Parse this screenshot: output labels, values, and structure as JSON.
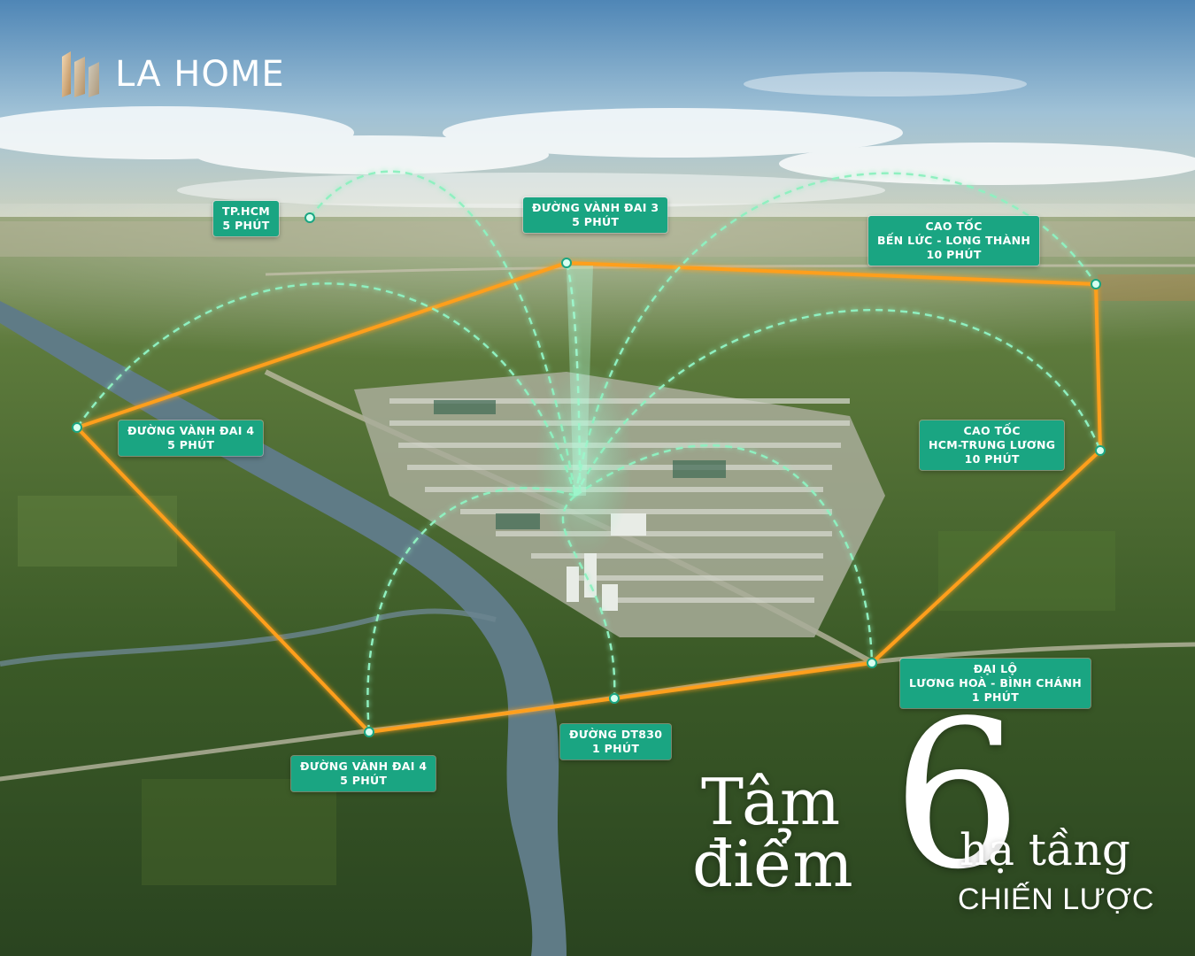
{
  "brand": {
    "name": "LA HOME"
  },
  "labels": [
    {
      "id": "tphcm",
      "lines": [
        "TP.HCM",
        "5 PHÚT"
      ]
    },
    {
      "id": "vanh-dai-3",
      "lines": [
        "ĐƯỜNG VÀNH ĐAI 3",
        "5 PHÚT"
      ]
    },
    {
      "id": "ben-luc-long-thanh",
      "lines": [
        "CAO TỐC",
        "BẾN LỨC - LONG THÀNH",
        "10 PHÚT"
      ]
    },
    {
      "id": "vanh-dai-4-west",
      "lines": [
        "ĐƯỜNG VÀNH ĐAI 4",
        "5 PHÚT"
      ]
    },
    {
      "id": "hcm-trung-luong",
      "lines": [
        "CAO TỐC",
        "HCM-TRUNG LƯƠNG",
        "10 PHÚT"
      ]
    },
    {
      "id": "luong-hoa-binh-chanh",
      "lines": [
        "ĐẠI LỘ",
        "LƯƠNG HOÀ - BÌNH CHÁNH",
        "1 PHÚT"
      ]
    },
    {
      "id": "dt830",
      "lines": [
        "ĐƯỜNG DT830",
        "1 PHÚT"
      ]
    },
    {
      "id": "vanh-dai-4-south",
      "lines": [
        "ĐƯỜNG VÀNH ĐAI 4",
        "5 PHÚT"
      ]
    }
  ],
  "slogan": {
    "line1": "Tâm",
    "line2": "điểm",
    "number": "6",
    "line3": "hạ tầng",
    "line4": "CHIẾN LƯỢC"
  },
  "colors": {
    "route": "#ff9f1a",
    "arc": "#8ff0c0",
    "label_bg": "#1aa582"
  }
}
